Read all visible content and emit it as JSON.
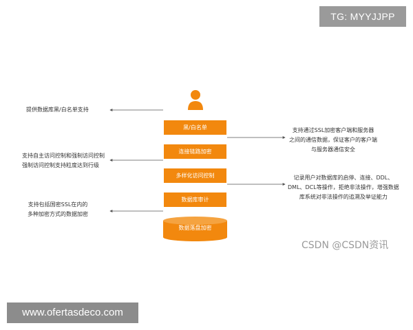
{
  "watermarks": {
    "tg": "TG: MYYJJPP",
    "site": "www.ofertasdeco.com",
    "csdn": "CSDN @CSDN资讯"
  },
  "diagram": {
    "user_icon": "user-icon",
    "accent_color": "#f2880e",
    "steps": [
      "黑/白名单",
      "连接链路加密",
      "多样化访问控制",
      "数据库审计"
    ],
    "storage": "数据落盘加密",
    "notes": {
      "left_1": [
        "提供数据库黑/白名单支持"
      ],
      "right_1": [
        "支持通过SSL加密客户端和服务器",
        "之间的通信数据，保证客户的客户端",
        "与服务器通信安全"
      ],
      "left_2": [
        "支持自主访问控制和强制访问控制",
        "强制访问控制支持粒度达到行级"
      ],
      "right_2": [
        "记录用户对数据库的启停、连接、DDL、",
        "DML、DCL等操作，拒绝非法操作，增强数据",
        "库系统对非法操作的追溯及举证能力"
      ],
      "left_3": [
        "支持包括国密SSL在内的",
        "多种加密方式的数据加密"
      ]
    }
  }
}
